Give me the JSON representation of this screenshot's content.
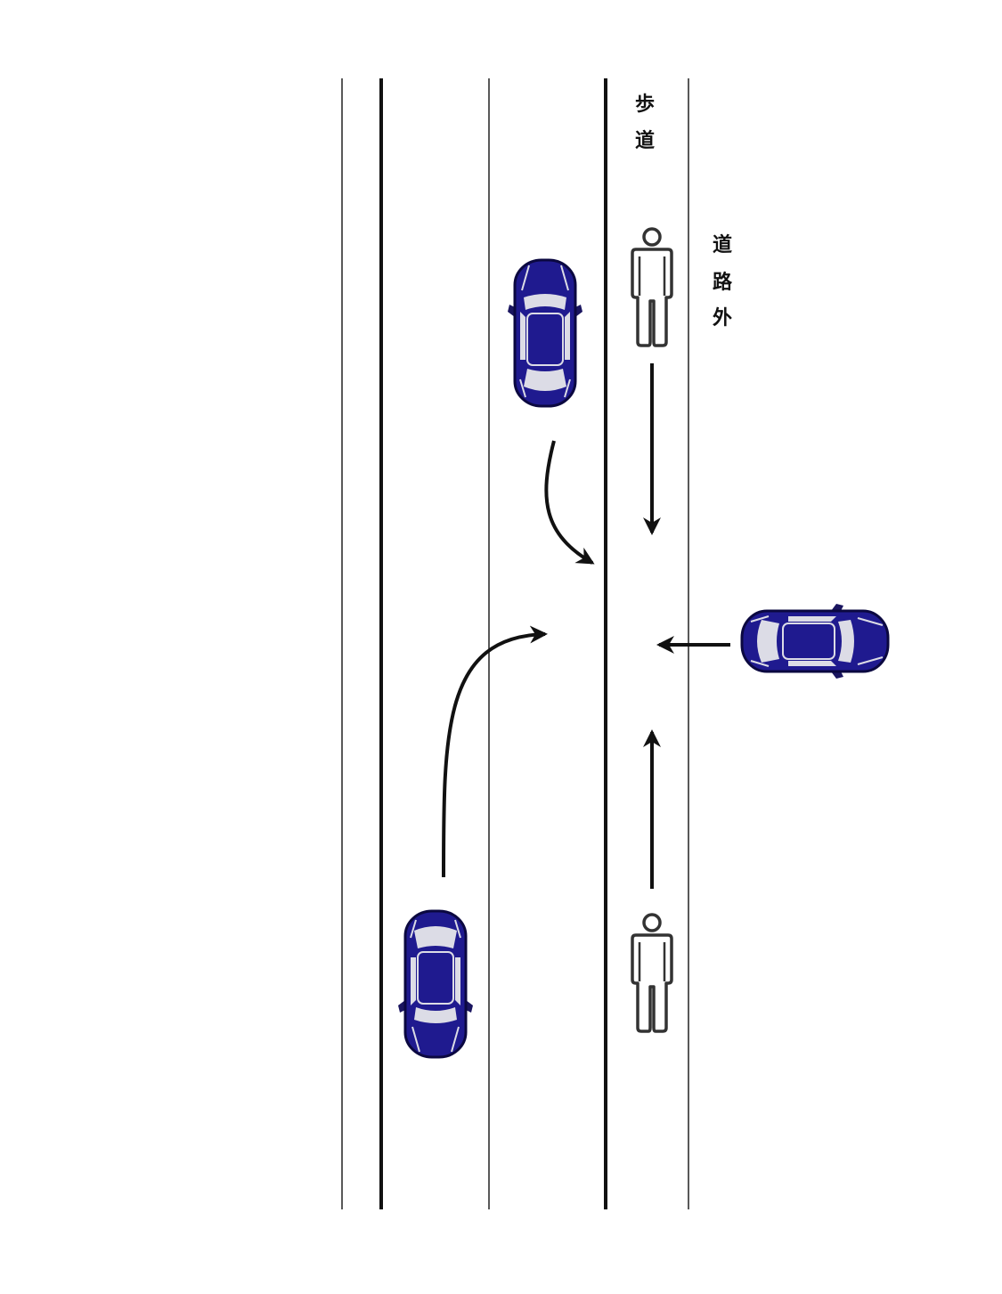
{
  "labels": {
    "sidewalk": [
      "歩",
      "道"
    ],
    "off_road": [
      "道",
      "路",
      "外"
    ]
  },
  "colors": {
    "car_body": "#1f1a8f",
    "car_window": "#dcdce6",
    "line": "#111111",
    "pedestrian": "#333333"
  },
  "elements": {
    "vehicles": 3,
    "pedestrians": 2,
    "arrows": 5
  }
}
